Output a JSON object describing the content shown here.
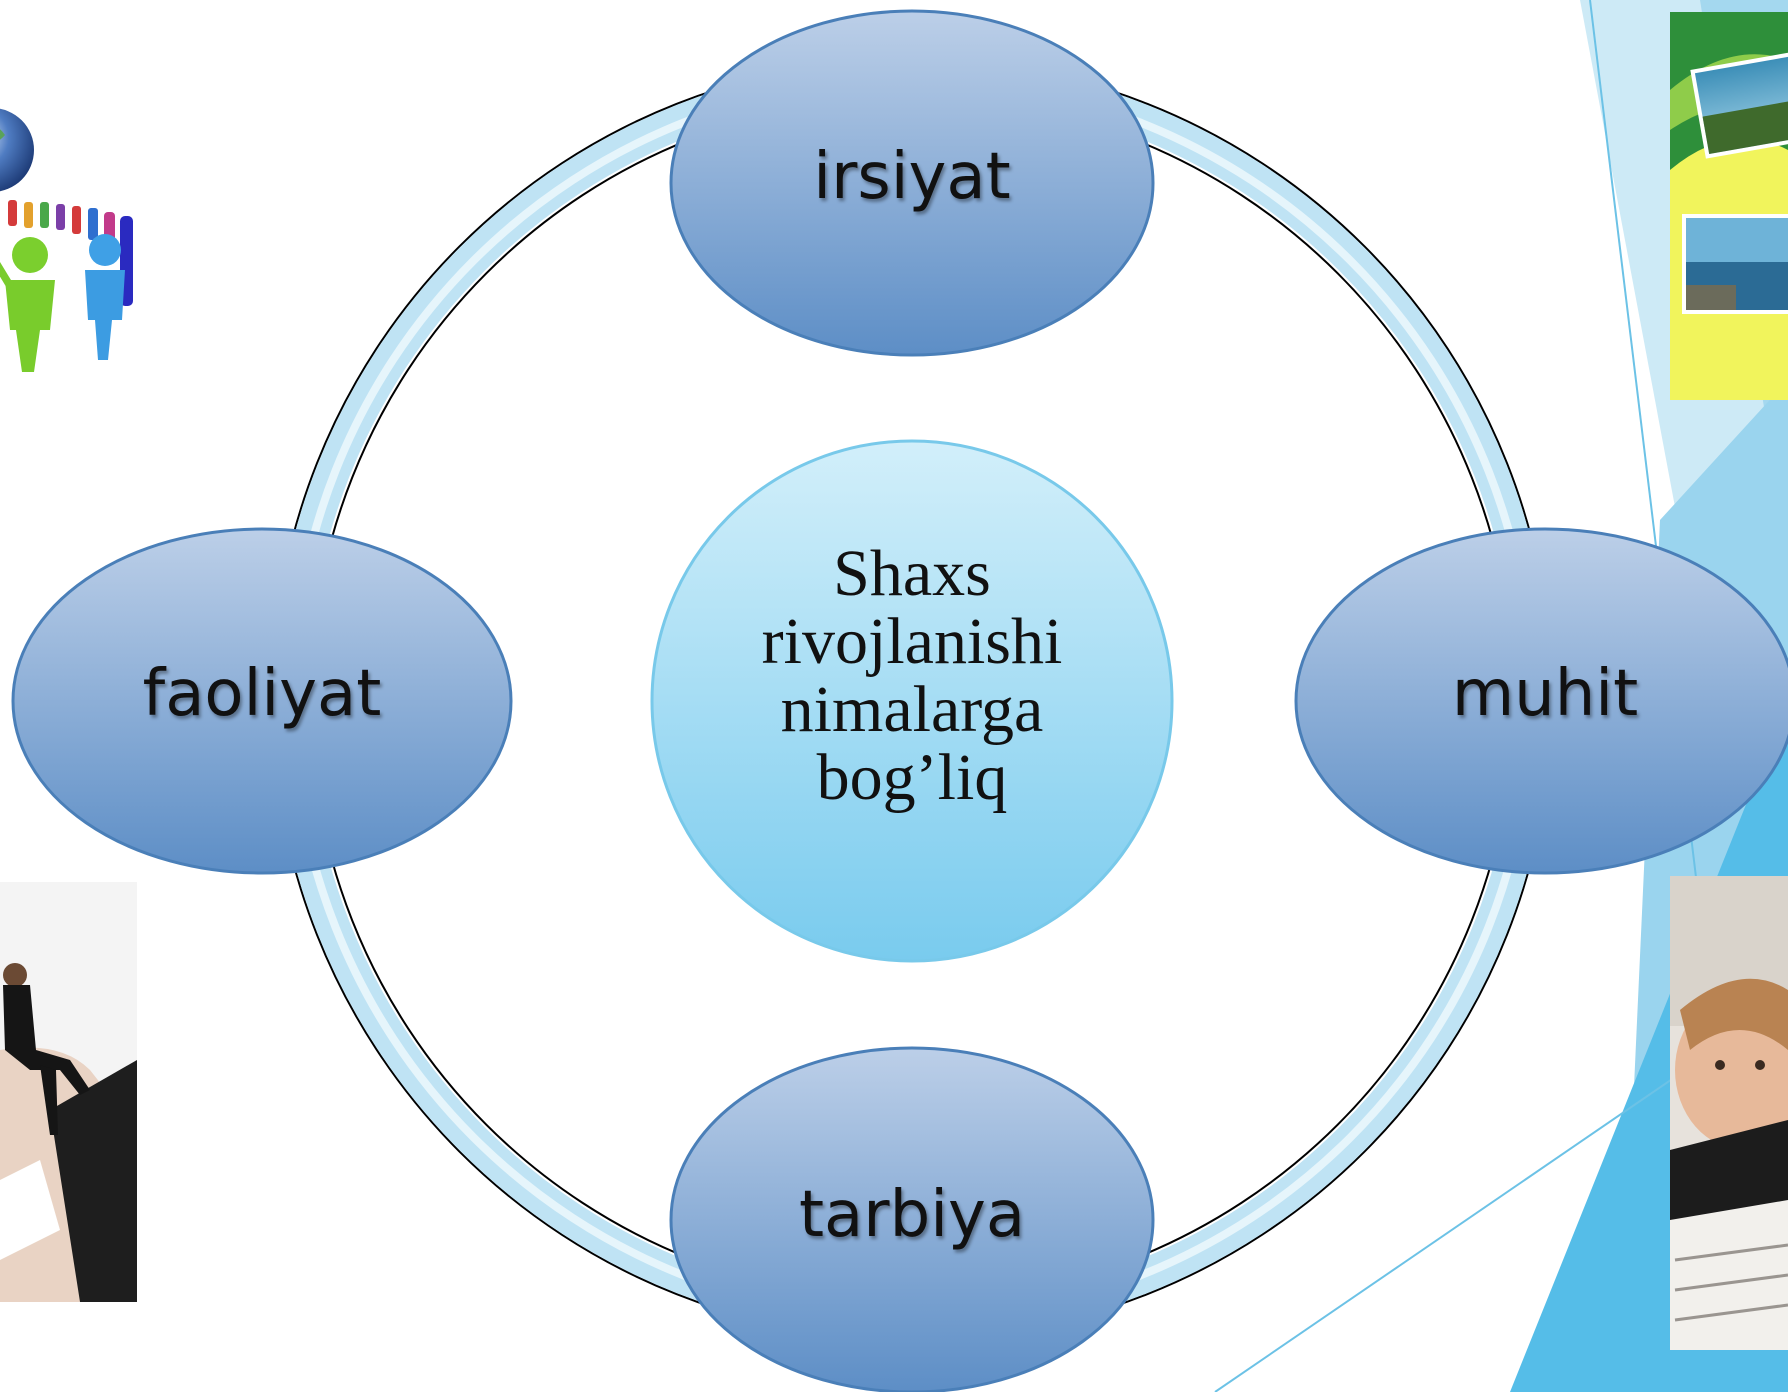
{
  "diagram": {
    "center": {
      "lines": [
        "Shaxs",
        "rivojlanishi",
        "nimalarga",
        "bog’liq"
      ]
    },
    "nodes": {
      "top": "irsiyat",
      "right": "muhit",
      "bottom": "tarbiya",
      "left": "faoliyat"
    }
  },
  "colors": {
    "ring": "#bde3f4",
    "node_top": "#b8cce6",
    "node_bottom": "#5f8fc7",
    "center_top": "#cfeefa",
    "center_bottom": "#7dcdee",
    "accent": "#55b8e5"
  },
  "images": {
    "top_left": "people-around-globe-image",
    "top_right": "nature-landscape-photos-image",
    "bottom_left": "businesswoman-on-hand-image",
    "bottom_right": "child-studying-image"
  }
}
